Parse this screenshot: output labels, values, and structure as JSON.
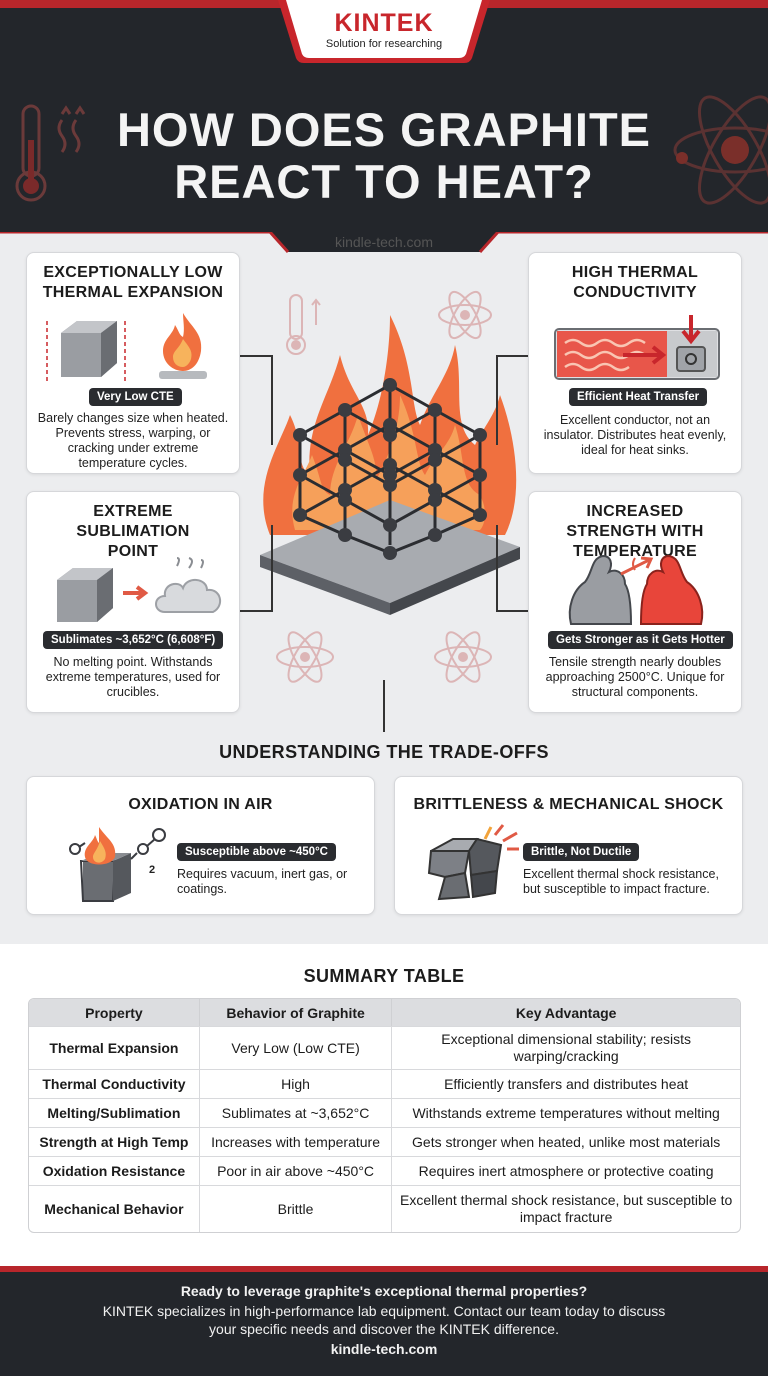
{
  "brand": {
    "name": "KINTEK",
    "tagline": "Solution for researching"
  },
  "header": {
    "title": "HOW DOES GRAPHITE REACT TO HEAT?"
  },
  "site_url": "kindle-tech.com",
  "cards": {
    "expansion": {
      "title": "EXCEPTIONALLY LOW THERMAL EXPANSION",
      "badge": "Very Low CTE",
      "description": "Barely changes size when heated. Prevents stress, warping, or cracking under extreme temperature cycles."
    },
    "conductivity": {
      "title": "HIGH THERMAL CONDUCTIVITY",
      "badge": "Efficient Heat Transfer",
      "description": "Excellent conductor, not an insulator. Distributes heat evenly, ideal for heat sinks."
    },
    "sublimation": {
      "title": "EXTREME SUBLIMATION POINT",
      "badge": "Sublimates ~3,652°C (6,608°F)",
      "description": "No melting point. Withstands extreme temperatures, used for crucibles."
    },
    "strength": {
      "title": "INCREASED STRENGTH WITH TEMPERATURE",
      "badge": "Gets Stronger as it Gets Hotter",
      "description": "Tensile strength nearly doubles approaching 2500°C. Unique for structural components."
    }
  },
  "tradeoffs": {
    "heading": "UNDERSTANDING THE TRADE-OFFS",
    "oxidation": {
      "title": "OXIDATION IN AIR",
      "badge": "Susceptible above ~450°C",
      "description": "Requires vacuum, inert gas, or coatings.",
      "o2_subscript": "2"
    },
    "brittleness": {
      "title": "BRITTLENESS & MECHANICAL SHOCK",
      "badge": "Brittle, Not Ductile",
      "description": "Excellent thermal shock resistance, but susceptible to impact fracture."
    }
  },
  "summary": {
    "title": "SUMMARY TABLE",
    "headers": [
      "Property",
      "Behavior of Graphite",
      "Key Advantage"
    ],
    "rows": [
      [
        "Thermal Expansion",
        "Very Low (Low CTE)",
        "Exceptional dimensional stability; resists warping/cracking"
      ],
      [
        "Thermal Conductivity",
        "High",
        "Efficiently transfers and distributes heat"
      ],
      [
        "Melting/Sublimation",
        "Sublimates at ~3,652°C",
        "Withstands extreme temperatures without melting"
      ],
      [
        "Strength at High Temp",
        "Increases with temperature",
        "Gets stronger when heated, unlike most materials"
      ],
      [
        "Oxidation Resistance",
        "Poor in air above ~450°C",
        "Requires inert atmosphere or protective coating"
      ],
      [
        "Mechanical Behavior",
        "Brittle",
        "Excellent thermal shock resistance, but susceptible to impact fracture"
      ]
    ]
  },
  "footer": {
    "headline": "Ready to leverage graphite's exceptional thermal properties?",
    "body_line1": "KINTEK specializes in high-performance lab equipment. Contact our team today to discuss",
    "body_line2": "your specific needs and discover the KINTEK difference.",
    "url": "kindle-tech.com"
  },
  "colors": {
    "accent_red": "#c8262c",
    "dark": "#23262b",
    "flame": "#f26d3d",
    "badge_bg": "#2a2c30"
  },
  "icons": [
    "thermometer-icon",
    "atom-icon",
    "cube-icon",
    "flame-icon",
    "cloud-icon",
    "muscle-arm-icon",
    "heat-arrow-icon",
    "cracked-cube-icon",
    "molecule-icon",
    "graphite-lattice-illustration"
  ]
}
